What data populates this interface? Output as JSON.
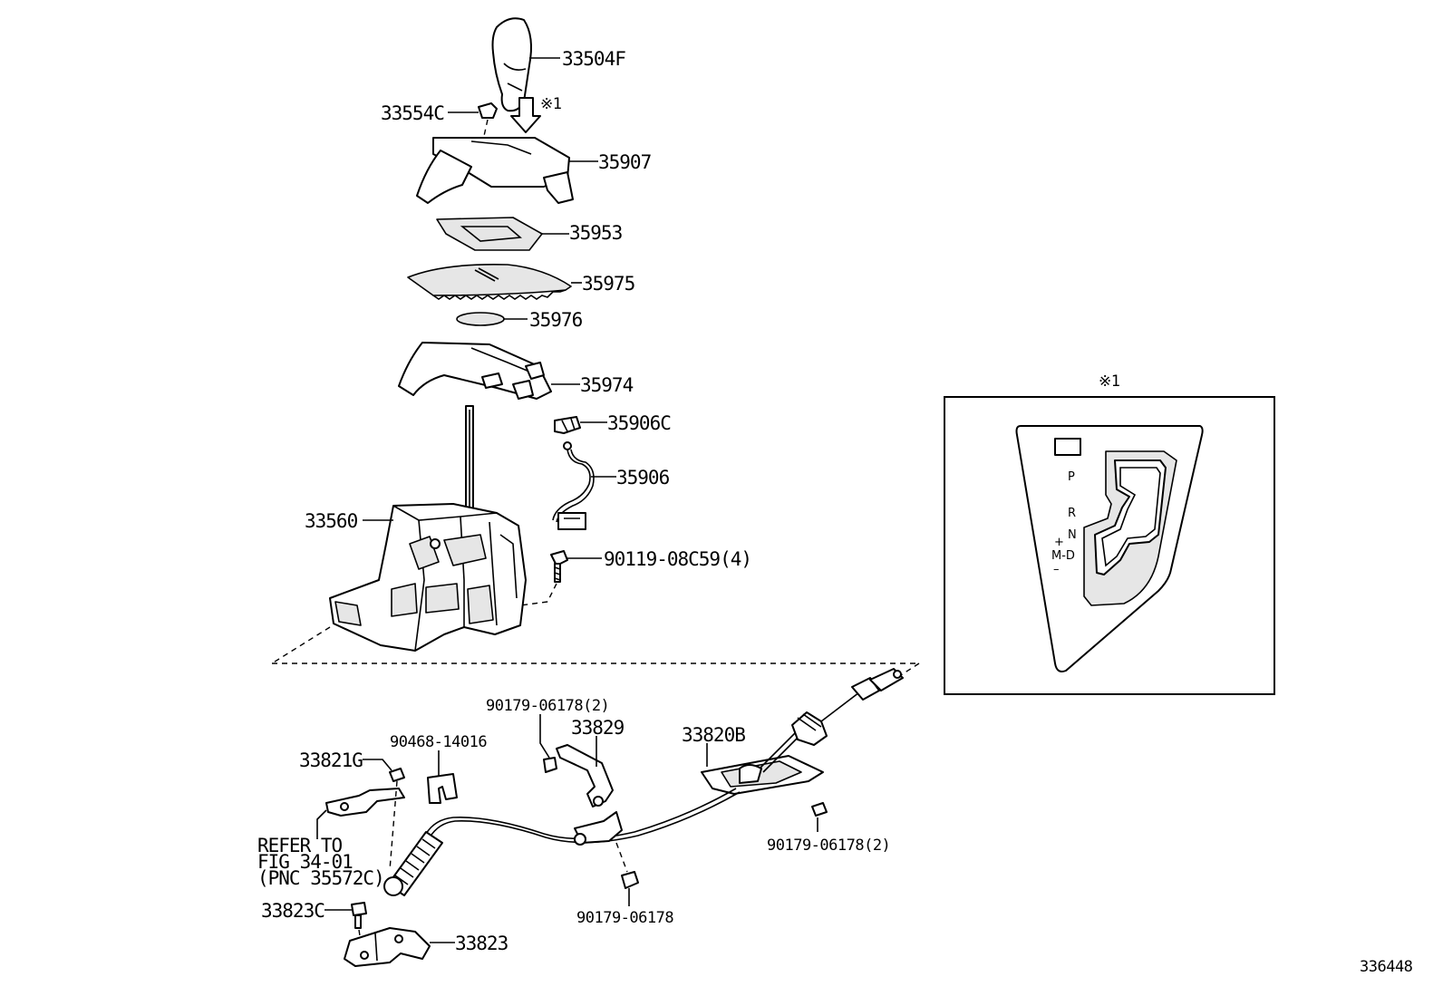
{
  "parts": {
    "p33504F": "33504F",
    "p33554C": "33554C",
    "p35907": "35907",
    "p35953": "35953",
    "p35975": "35975",
    "p35976": "35976",
    "p35974": "35974",
    "p35906C": "35906C",
    "p35906": "35906",
    "p33560": "33560",
    "p90119": "90119-08C59(4)",
    "p90179a": "90179-06178(2)",
    "p33829": "33829",
    "p33820B": "33820B",
    "p33821G": "33821G",
    "p90468": "90468-14016",
    "p90179b": "90179-06178(2)",
    "p90179c": "90179-06178",
    "p33823C": "33823C",
    "p33823": "33823"
  },
  "refer": {
    "line1": "REFER TO",
    "line2": "FIG 34-01",
    "line3": "(PNC 35572C)"
  },
  "note_mark": "※1",
  "inset": {
    "title": "※1",
    "gear_labels": {
      "p": "P",
      "r": "R",
      "n": "N",
      "plus": "+",
      "md": "M-D",
      "minus": "–"
    }
  },
  "figure_id": "336448"
}
